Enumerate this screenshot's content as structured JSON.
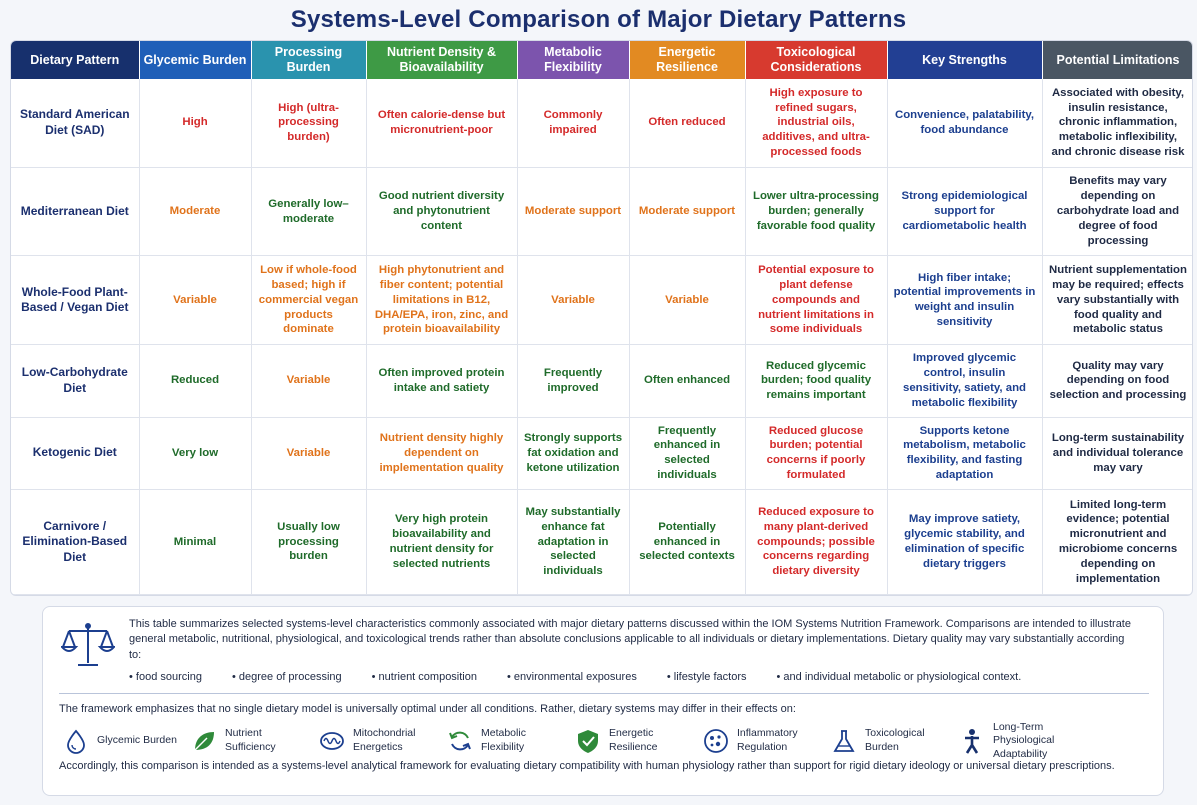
{
  "title": "Systems-Level Comparison of Major Dietary Patterns",
  "headers": [
    {
      "label": "Dietary Pattern",
      "color": "#17306d"
    },
    {
      "label": "Glycemic Burden",
      "color": "#1f5fb8"
    },
    {
      "label": "Processing Burden",
      "color": "#2a93ae"
    },
    {
      "label": "Nutrient Density & Bioavailability",
      "color": "#3e9a45"
    },
    {
      "label": "Metabolic Flexibility",
      "color": "#7c54ad"
    },
    {
      "label": "Energetic Resilience",
      "color": "#e28a22"
    },
    {
      "label": "Toxicological Considerations",
      "color": "#d73a2f"
    },
    {
      "label": "Key Strengths",
      "color": "#223f93"
    },
    {
      "label": "Potential Limitations",
      "color": "#4a5663"
    }
  ],
  "rows": [
    {
      "name": "Standard American Diet (SAD)",
      "cells": [
        {
          "text": "High",
          "tone": "red"
        },
        {
          "text": "High (ultra-processing burden)",
          "tone": "red"
        },
        {
          "text": "Often calorie-dense but micronutrient-poor",
          "tone": "red"
        },
        {
          "text": "Commonly impaired",
          "tone": "red"
        },
        {
          "text": "Often reduced",
          "tone": "red"
        },
        {
          "text": "High exposure to refined sugars, industrial oils, additives, and ultra-processed foods",
          "tone": "red"
        },
        {
          "text": "Convenience, palatability, food abundance",
          "tone": "blue"
        },
        {
          "text": "Associated with obesity, insulin resistance, chronic inflammation, metabolic inflexibility, and chronic disease risk",
          "tone": "dark"
        }
      ]
    },
    {
      "name": "Mediterranean Diet",
      "cells": [
        {
          "text": "Moderate",
          "tone": "orange"
        },
        {
          "text": "Generally low–moderate",
          "tone": "green"
        },
        {
          "text": "Good nutrient diversity and phytonutrient content",
          "tone": "green"
        },
        {
          "text": "Moderate support",
          "tone": "orange"
        },
        {
          "text": "Moderate support",
          "tone": "orange"
        },
        {
          "text": "Lower ultra-processing burden; generally favorable food quality",
          "tone": "green"
        },
        {
          "text": "Strong epidemiological support for cardiometabolic health",
          "tone": "blue"
        },
        {
          "text": "Benefits may vary depending on carbohydrate load and degree of food processing",
          "tone": "dark"
        }
      ]
    },
    {
      "name": "Whole-Food Plant-Based / Vegan Diet",
      "cells": [
        {
          "text": "Variable",
          "tone": "orange"
        },
        {
          "text": "Low if whole-food based; high if commercial vegan products dominate",
          "tone": "orange"
        },
        {
          "text": "High phytonutrient and fiber content; potential limitations in B12, DHA/EPA, iron, zinc, and protein bioavailability",
          "tone": "orange"
        },
        {
          "text": "Variable",
          "tone": "orange"
        },
        {
          "text": "Variable",
          "tone": "orange"
        },
        {
          "text": "Potential exposure to plant defense compounds and nutrient limitations in some individuals",
          "tone": "red"
        },
        {
          "text": "High fiber intake; potential improvements in weight and insulin sensitivity",
          "tone": "blue"
        },
        {
          "text": "Nutrient supplementation may be required; effects vary substantially with food quality and metabolic status",
          "tone": "dark"
        }
      ]
    },
    {
      "name": "Low-Carbohydrate Diet",
      "cells": [
        {
          "text": "Reduced",
          "tone": "green"
        },
        {
          "text": "Variable",
          "tone": "orange"
        },
        {
          "text": "Often improved protein intake and satiety",
          "tone": "green"
        },
        {
          "text": "Frequently improved",
          "tone": "green"
        },
        {
          "text": "Often enhanced",
          "tone": "green"
        },
        {
          "text": "Reduced glycemic burden; food quality remains important",
          "tone": "green"
        },
        {
          "text": "Improved glycemic control, insulin sensitivity, satiety, and metabolic flexibility",
          "tone": "blue"
        },
        {
          "text": "Quality may vary depending on food selection and processing",
          "tone": "dark"
        }
      ]
    },
    {
      "name": "Ketogenic Diet",
      "cells": [
        {
          "text": "Very low",
          "tone": "green"
        },
        {
          "text": "Variable",
          "tone": "orange"
        },
        {
          "text": "Nutrient density highly dependent on implementation quality",
          "tone": "orange"
        },
        {
          "text": "Strongly supports fat oxidation and ketone utilization",
          "tone": "green"
        },
        {
          "text": "Frequently enhanced in selected individuals",
          "tone": "green"
        },
        {
          "text": "Reduced glucose burden; potential concerns if poorly formulated",
          "tone": "red"
        },
        {
          "text": "Supports ketone metabolism, metabolic flexibility, and fasting adaptation",
          "tone": "blue"
        },
        {
          "text": "Long-term sustainability and individual tolerance may vary",
          "tone": "dark"
        }
      ]
    },
    {
      "name": "Carnivore / Elimination-Based Diet",
      "cells": [
        {
          "text": "Minimal",
          "tone": "green"
        },
        {
          "text": "Usually low processing burden",
          "tone": "green"
        },
        {
          "text": "Very high protein bioavailability and nutrient density for selected nutrients",
          "tone": "green"
        },
        {
          "text": "May substantially enhance fat adaptation in selected individuals",
          "tone": "green"
        },
        {
          "text": "Potentially enhanced in selected contexts",
          "tone": "green"
        },
        {
          "text": "Reduced exposure to many plant-derived compounds; possible concerns regarding dietary diversity",
          "tone": "red"
        },
        {
          "text": "May improve satiety, glycemic stability, and elimination of specific dietary triggers",
          "tone": "blue"
        },
        {
          "text": "Limited long-term evidence; potential micronutrient and microbiome concerns depending on implementation",
          "tone": "dark"
        }
      ]
    }
  ],
  "notes": {
    "intro": "This table summarizes selected systems-level characteristics commonly associated with major dietary patterns discussed within the IOM Systems Nutrition Framework. Comparisons are intended to illustrate general metabolic, nutritional, physiological, and toxicological trends rather than absolute conclusions applicable to all individuals or dietary implementations. Dietary quality may vary substantially according to:",
    "bullets": [
      "food sourcing",
      "degree of processing",
      "nutrient composition",
      "environmental exposures",
      "lifestyle factors",
      "and individual metabolic or physiological context."
    ],
    "framework": "The framework emphasizes that no single dietary model is universally optimal under all conditions. Rather, dietary systems may differ in their effects on:",
    "legend": [
      {
        "label": "Glycemic Burden",
        "icon": "drop-icon"
      },
      {
        "label": "Nutrient Sufficiency",
        "icon": "leaf-icon"
      },
      {
        "label": "Mitochondrial Energetics",
        "icon": "mitochondria-icon"
      },
      {
        "label": "Metabolic Flexibility",
        "icon": "cycle-arrows-icon"
      },
      {
        "label": "Energetic Resilience",
        "icon": "shield-icon"
      },
      {
        "label": "Inflammatory Regulation",
        "icon": "cell-icon"
      },
      {
        "label": "Toxicological Burden",
        "icon": "flask-icon"
      },
      {
        "label": "Long-Term Physiological Adaptability",
        "icon": "person-icon"
      }
    ],
    "final": "Accordingly, this comparison is intended as a systems-level analytical framework for evaluating dietary compatibility with human physiology rather than support for rigid dietary ideology or universal dietary prescriptions."
  }
}
